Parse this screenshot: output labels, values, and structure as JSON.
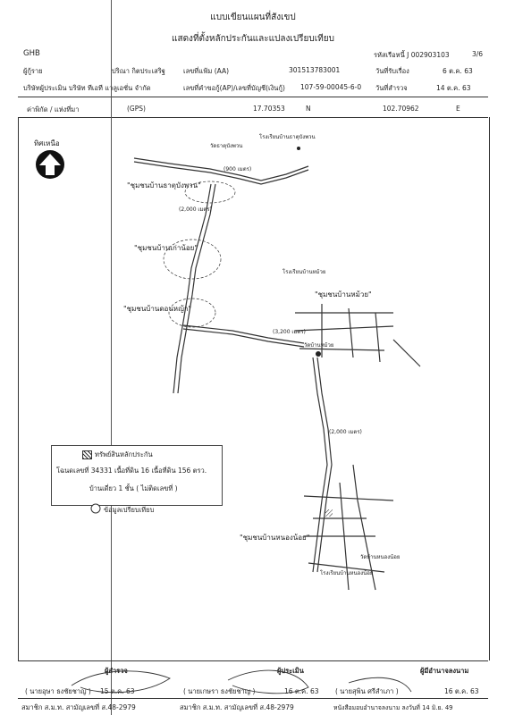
{
  "header": {
    "title_line1": "แบบเขียนแผนที่สังเขป",
    "title_line2": "แสดงที่ตั้งหลักประกันและแปลงเปรียบเทียบ",
    "org": "GHB",
    "project_code_label": "รหัสเรือหนี้ J 002903103",
    "page": "3/6"
  },
  "info": {
    "applicant_label": "ผู้กู้ราย",
    "applicant_name": "ปริณา กิตประเสริฐ",
    "account_label": "เลขที่แฟ้ม (AA)",
    "account_no": "301513783001",
    "received_label": "วันที่รับเรื่อง",
    "received_date": "6 ต.ค. 63",
    "appraiser_label": "บริษัทผู้ประเมิน บริษัท ทีเอที แวลูเอชั่น จำกัด",
    "ap_label": "เลขที่คำขอกู้(AP)/เลขที่บัญชี(เงินกู้)",
    "ap_no": "107-59-00045-6-0",
    "survey_label": "วันที่สำรวจ",
    "survey_date": "14 ต.ค. 63"
  },
  "gps": {
    "label": "ค่าพิกัด / แห่งที่มา",
    "gps_text": "(GPS)",
    "lat": "17.70353",
    "lat_dir": "N",
    "lon": "102.70962",
    "lon_dir": "E"
  },
  "map": {
    "north_label": "ทิศเหนือ",
    "community1": "\"ชุมชนบ้านธาตุบังพวน\"",
    "community2": "\"ชุมชนบ้านเก่าน้อย\"",
    "community3": "\"ชุมชนบ้านดอนหญ้า\"",
    "community4": "\"ชุมชนบ้านหม้วย\"",
    "community5": "\"ชุมชนบ้านหนองน้อย\"",
    "distance1": "(2,000 เมตร)",
    "distance2": "(3,200 เมตร)",
    "distance3": "(2,000 เมตร)",
    "distance4": "(900 เมตร)",
    "temple1": "วัดธาตุบังพวน",
    "school1": "โรงเรียนบ้านธาตุบังพวน",
    "school2": "โรงเรียนบ้านหม้วย",
    "wat2": "วัดบ้านหม้วย",
    "school3": "โรงเรียนบ้านหนองน้อย",
    "wat3": "วัดบ้านหนองน้อย"
  },
  "legend": {
    "collateral_label": "ทรัพย์สินหลักประกัน",
    "deed_text": "โฉนดเลขที่ 34331 เนื้อที่ดิน 16 เนื้อที่ดิน 156 ตรว.",
    "house_text": "บ้านเดี่ยว 1 ชั้น ( ไม่ติดเลขที่ )",
    "compare_label": "ข้อมูลเปรียบเทียบ"
  },
  "signatures": {
    "surveyor_title": "ผู้สำรวจ",
    "appraiser_title": "ผู้ประเมิน",
    "authority_title": "ผู้มีอำนาจลงนาม",
    "surveyor_name": "( นายอุษา ธงชัยชาญ )",
    "surveyor_date": "15 ต.ค. 63",
    "appraiser_name": "( นายเกษรา ธงชัยชาญ )",
    "appraiser_date": "16 ต.ค. 63",
    "authority_name": "( นายสุพิน ศรีสำเภา )",
    "authority_date": "16 ต.ค. 63",
    "surveyor_license": "สมาชิก ส.ม.ท. สามัญเลขที่ ส.48-2979",
    "appraiser_license": "สมาชิก ส.ม.ท. สามัญเลขที่ ส.48-2979",
    "authority_license": "หนังสือมอบอำนาจลงนาม ลงวันที่ 14 มิ.ย. 49"
  }
}
